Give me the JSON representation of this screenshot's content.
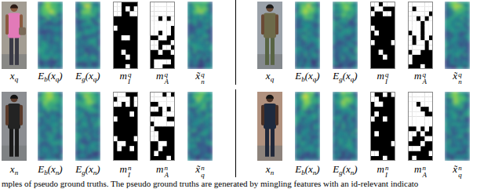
{
  "diagram": {
    "caption": "mples of pseudo ground truths. The pseudo ground truths are generated by mingling features with an id-relevant indicato",
    "labels": [
      "x",
      "q",
      "E",
      "b",
      "(x",
      "q",
      ")",
      "E",
      "g",
      "(x",
      "q",
      ")",
      "m",
      "I",
      "q",
      "m",
      "A",
      "q",
      "x̃",
      "n",
      "q",
      "x",
      "q",
      "E",
      "b",
      "(x",
      "q",
      ")",
      "E",
      "g",
      "(x",
      "q",
      ")",
      "m",
      "I",
      "q",
      "m",
      "A",
      "q",
      "x̃",
      "n",
      "q",
      "x",
      "n",
      "E",
      "b",
      "(x",
      "n",
      ")",
      "E",
      "g",
      "(x",
      "n",
      ")",
      "m",
      "I",
      "n",
      "m",
      "A",
      "n",
      "x̃",
      "q",
      "n",
      "x",
      "n",
      "E",
      "b",
      "(x",
      "n",
      ")",
      "E",
      "g",
      "(x",
      "n",
      ")",
      "m",
      "I",
      "n",
      "m",
      "A",
      "n",
      "x̃",
      "q",
      "n"
    ]
  }
}
